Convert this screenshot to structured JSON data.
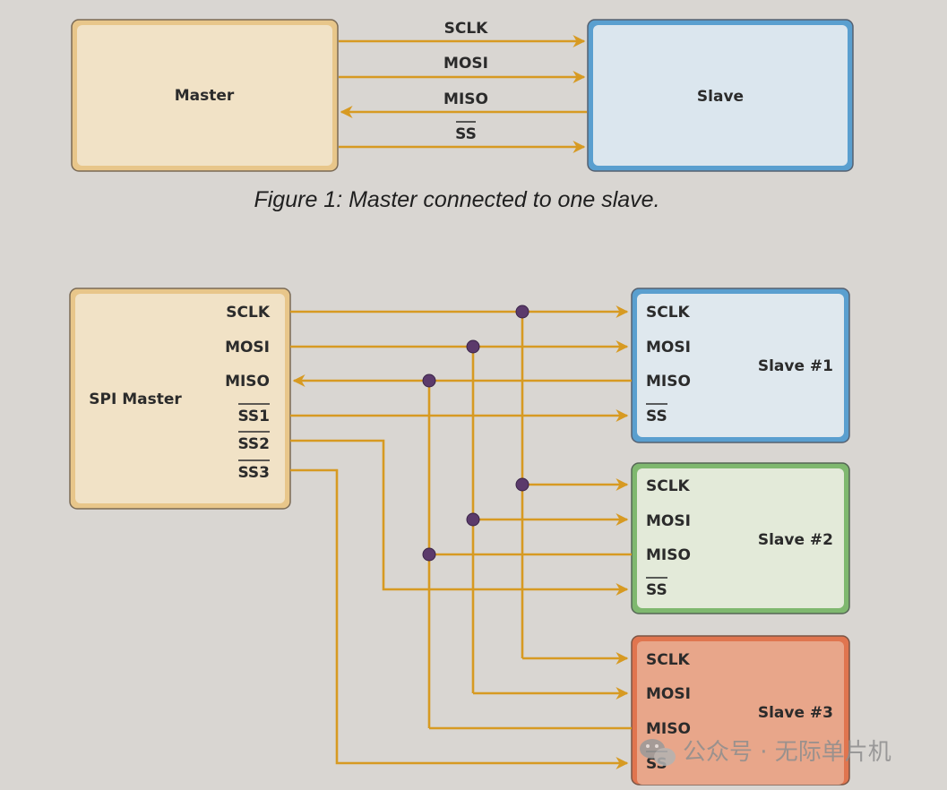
{
  "figure1": {
    "master_label": "Master",
    "slave_label": "Slave",
    "signals": [
      "SCLK",
      "MOSI",
      "MISO",
      "SS"
    ],
    "caption": "Figure 1: Master connected to one slave."
  },
  "figure2": {
    "master_label": "SPI Master",
    "master_signals": [
      "SCLK",
      "MOSI",
      "MISO",
      "SS1",
      "SS2",
      "SS3"
    ],
    "slave_signals": [
      "SCLK",
      "MOSI",
      "MISO",
      "SS"
    ],
    "slaves": [
      {
        "label": "Slave #1",
        "fill": "#dfe8ee",
        "border": "#5a9fcf"
      },
      {
        "label": "Slave #2",
        "fill": "#e3ead9",
        "border": "#7fb86f"
      },
      {
        "label": "Slave #3",
        "fill": "#e8a68a",
        "border": "#e0754f"
      }
    ]
  },
  "colors": {
    "wire": "#d79a22",
    "junction": "#5b3a6b",
    "master_fill": "#f1e2c6",
    "master_border": "#e8c68a",
    "slave_fill": "#dbe6ee",
    "slave_border": "#5a9fcf"
  },
  "watermark": {
    "text": "公众号 · 无际单片机",
    "icon": "wechat-icon"
  }
}
